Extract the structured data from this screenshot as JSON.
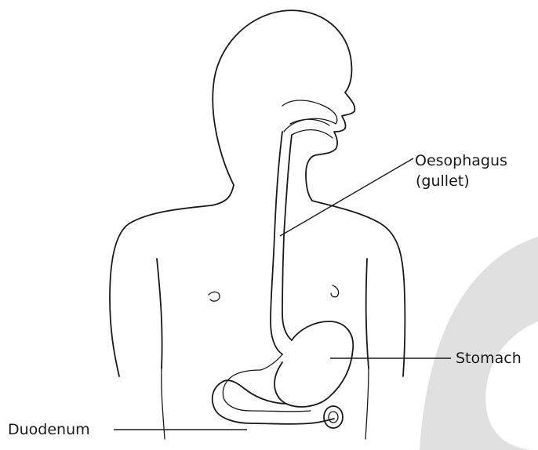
{
  "labels": {
    "oesophagus": "Oesophagus",
    "oesophagus_sub": "(gullet)",
    "stomach": "Stomach",
    "duodenum": "Duodenum"
  },
  "colors": {
    "line": "#1a1a1a",
    "background": "#ffffff",
    "decor_shape": "#e0e0e0"
  }
}
